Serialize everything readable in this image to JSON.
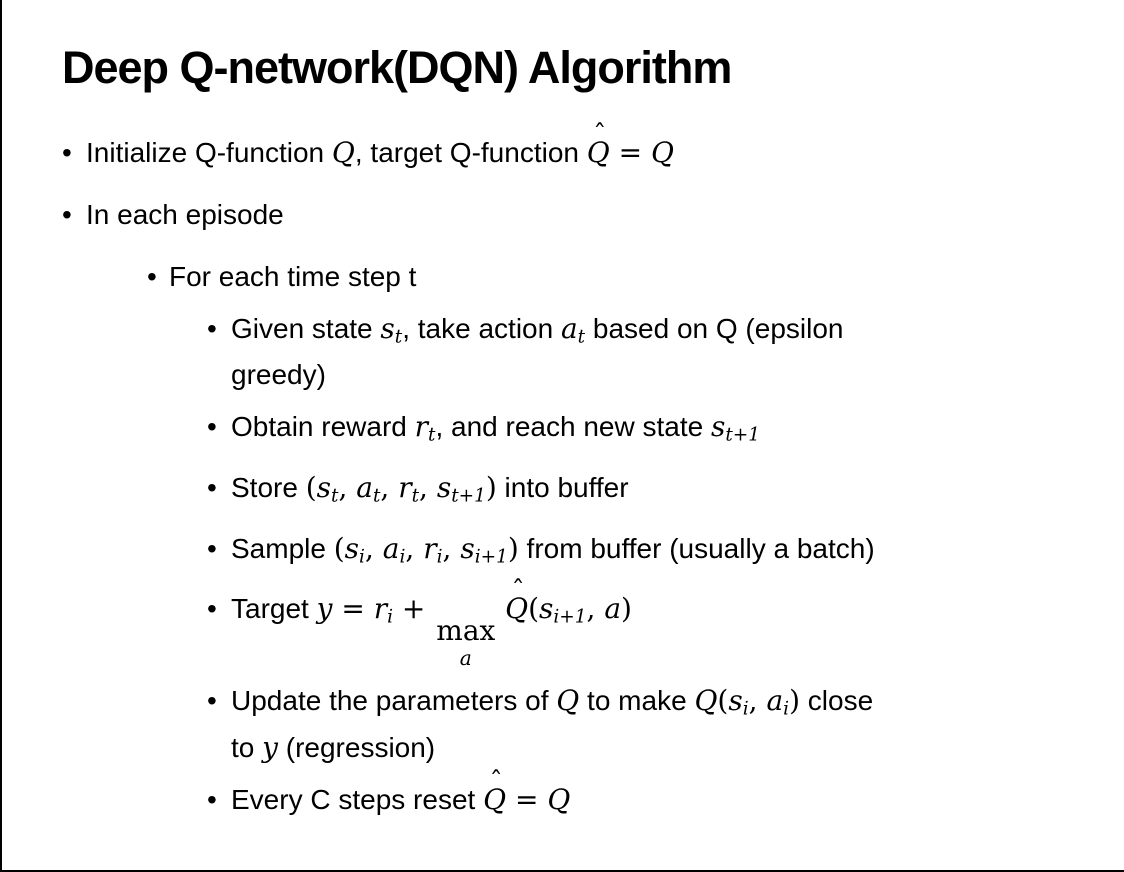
{
  "slide": {
    "title": "Deep Q-network(DQN) Algorithm"
  },
  "bullets": [
    {
      "level": 1,
      "runs": [
        {
          "t": "Initialize Q-function "
        },
        {
          "v": "Q"
        },
        {
          "t": ", target Q-function "
        },
        {
          "hat": "Q"
        },
        {
          "y": " = "
        },
        {
          "v": "Q"
        }
      ]
    },
    {
      "level": 1,
      "runs": [
        {
          "t": "In each episode"
        }
      ]
    },
    {
      "level": 2,
      "runs": [
        {
          "t": "For each time step t"
        }
      ]
    },
    {
      "level": 3,
      "runs": [
        {
          "t": "Given state "
        },
        {
          "v": "s"
        },
        {
          "s": "t"
        },
        {
          "t": ", take action "
        },
        {
          "v": "a"
        },
        {
          "s": "t"
        },
        {
          "t": " based on Q (epsilon"
        },
        {
          "br": true
        },
        {
          "t": "greedy)"
        }
      ]
    },
    {
      "level": 3,
      "runs": [
        {
          "t": "Obtain reward "
        },
        {
          "v": "r"
        },
        {
          "s": "t"
        },
        {
          "t": ", and reach new state "
        },
        {
          "v": "s"
        },
        {
          "s": "t+1"
        }
      ]
    },
    {
      "level": 3,
      "runs": [
        {
          "t": "Store "
        },
        {
          "y": "("
        },
        {
          "v": "s"
        },
        {
          "s": "t"
        },
        {
          "y": ", "
        },
        {
          "v": "a"
        },
        {
          "s": "t"
        },
        {
          "y": ", "
        },
        {
          "v": "r"
        },
        {
          "s": "t"
        },
        {
          "y": ", "
        },
        {
          "v": "s"
        },
        {
          "s": "t+1"
        },
        {
          "y": ")"
        },
        {
          "t": " into buffer"
        }
      ]
    },
    {
      "level": 3,
      "runs": [
        {
          "t": "Sample "
        },
        {
          "y": "("
        },
        {
          "v": "s"
        },
        {
          "s": "i"
        },
        {
          "y": ", "
        },
        {
          "v": "a"
        },
        {
          "s": "i"
        },
        {
          "y": ", "
        },
        {
          "v": "r"
        },
        {
          "s": "i"
        },
        {
          "y": ", "
        },
        {
          "v": "s"
        },
        {
          "s": "i+1"
        },
        {
          "y": ")"
        },
        {
          "t": " from buffer (usually a batch)"
        }
      ]
    },
    {
      "level": 3,
      "runs": [
        {
          "t": "Target "
        },
        {
          "v": "y"
        },
        {
          "y": " = "
        },
        {
          "v": "r"
        },
        {
          "s": "i"
        },
        {
          "y": " + "
        },
        {
          "stk": [
            "max",
            "a"
          ]
        },
        {
          "t": " "
        },
        {
          "hat": "Q"
        },
        {
          "y": "("
        },
        {
          "v": "s"
        },
        {
          "s": "i+1"
        },
        {
          "y": ", "
        },
        {
          "v": "a"
        },
        {
          "y": ")"
        }
      ]
    },
    {
      "level": 3,
      "runs": [
        {
          "t": "Update the parameters of "
        },
        {
          "v": "Q"
        },
        {
          "t": " to make "
        },
        {
          "v": "Q"
        },
        {
          "y": "("
        },
        {
          "v": "s"
        },
        {
          "s": "i"
        },
        {
          "y": ", "
        },
        {
          "v": "a"
        },
        {
          "s": "i"
        },
        {
          "y": ")"
        },
        {
          "t": " close"
        },
        {
          "br": true
        },
        {
          "t": "to "
        },
        {
          "v": "y"
        },
        {
          "t": " (regression)"
        }
      ]
    },
    {
      "level": 3,
      "runs": [
        {
          "t": "Every C steps reset "
        },
        {
          "hat": "Q"
        },
        {
          "y": " = "
        },
        {
          "v": "Q"
        }
      ]
    }
  ],
  "icons": {
    "bullet": "•",
    "hat": "ˆ"
  }
}
